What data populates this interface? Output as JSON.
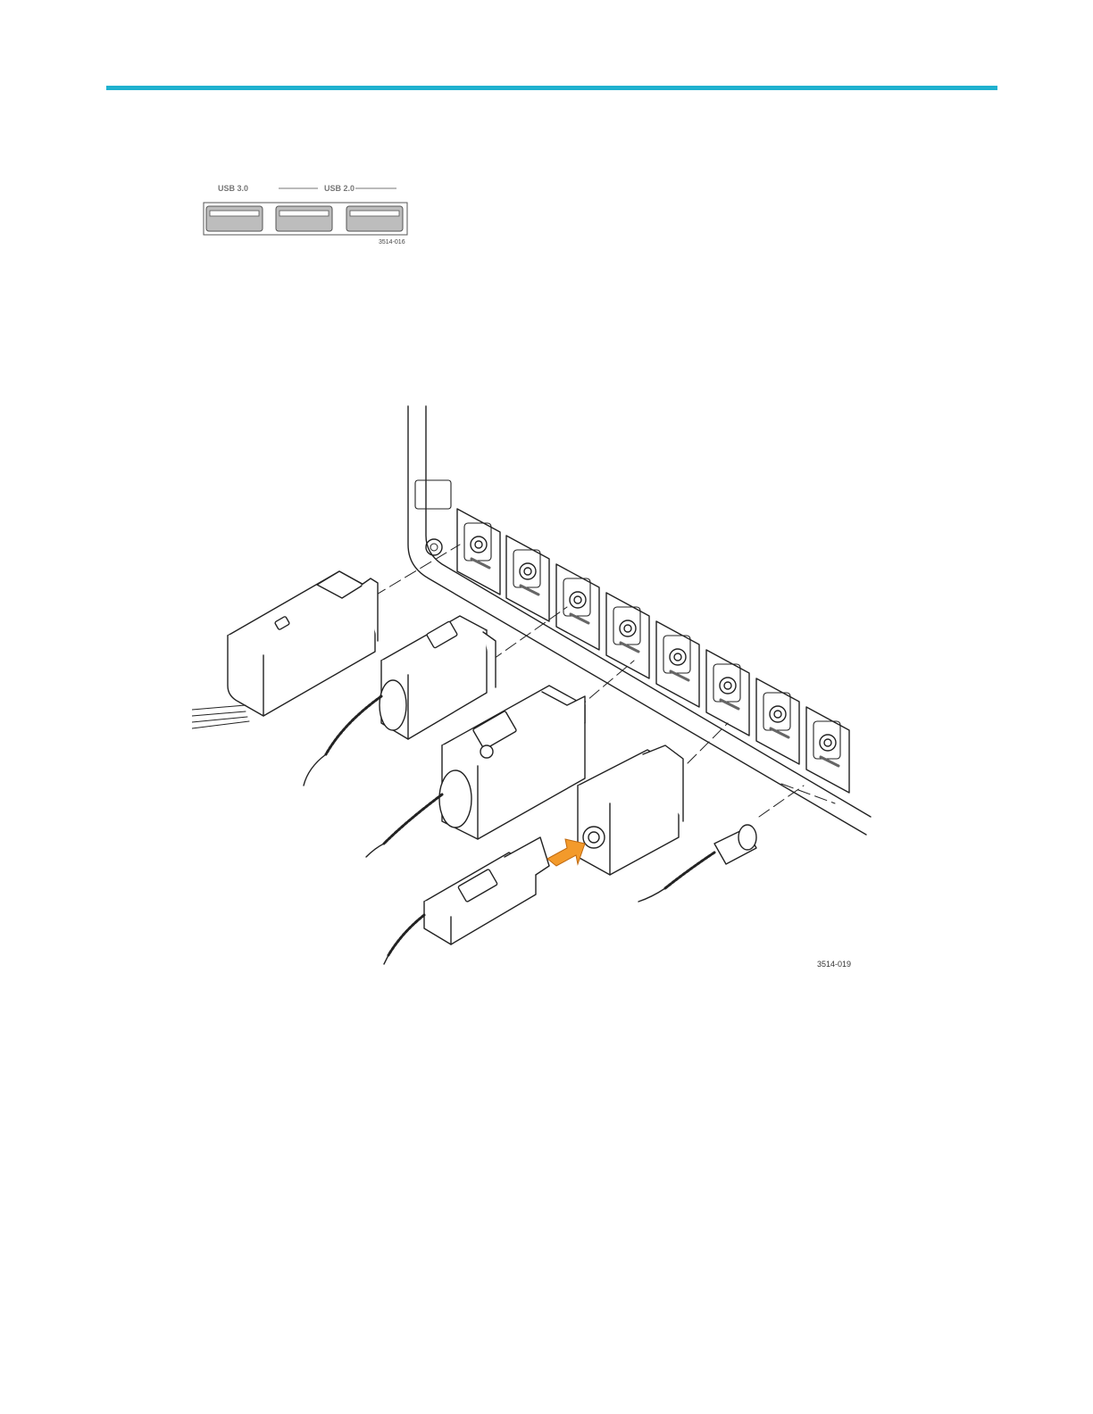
{
  "header": {
    "rule_color": "#1fb1cf"
  },
  "usb_figure": {
    "label_usb3": "USB 3.0",
    "label_usb2": "USB 2.0",
    "figure_id": "3514-016"
  },
  "probe_figure": {
    "figure_id": "3514-019",
    "arrow_color": "#f39a2b"
  }
}
